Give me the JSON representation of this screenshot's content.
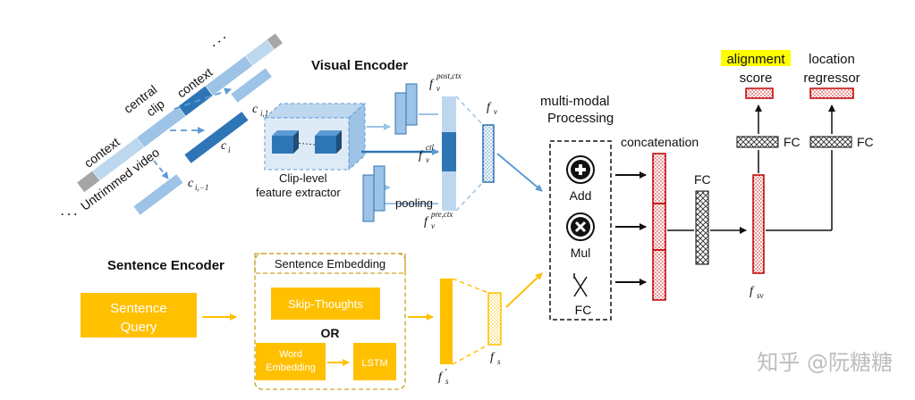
{
  "colors": {
    "light_blue": "#9dc3e6",
    "mid_blue": "#5b9bd5",
    "dark_blue": "#2e75b6",
    "gray": "#a6a6a6",
    "orange": "#ffc000",
    "red": "#c00000",
    "highlight": "#ffff00",
    "black": "#111111"
  },
  "visual_encoder": {
    "title": "Visual Encoder",
    "video_labels": {
      "untrimmed": "Untrimmed video",
      "context_left": "context",
      "central_clip_1": "central",
      "central_clip_2": "clip",
      "context_right": "context",
      "ellipsis_top": "· · ·",
      "ellipsis_bottom": "· · ·"
    },
    "clip_labels": {
      "c_i1": "c",
      "c_i1_sub": "i,1",
      "c_i": "c",
      "c_i_sub": "i",
      "c_im1": "c",
      "c_im1_sub": "i,−1"
    },
    "extractor_label_1": "Clip-level",
    "extractor_label_2": "feature extractor",
    "pooling": "pooling",
    "f_post": "f",
    "f_post_sub": "v",
    "f_post_sup": "post,ctx",
    "f_ctl": "f",
    "f_ctl_sub": "v",
    "f_ctl_sup": "ctl",
    "f_pre": "f",
    "f_pre_sub": "v",
    "f_pre_sup": "pre,ctx",
    "f_v": "f",
    "f_v_sub": "v"
  },
  "sentence_encoder": {
    "title": "Sentence Encoder",
    "query_line1": "Sentence",
    "query_line2": "Query",
    "embedding_title": "Sentence Embedding",
    "skip_thoughts": "Skip-Thoughts",
    "or": "OR",
    "word_embedding_1": "Word",
    "word_embedding_2": "Embedding",
    "lstm": "LSTM",
    "f_s_prime": "f",
    "f_s_prime_sub": "s",
    "f_s_prime_mark": "′",
    "f_s": "f",
    "f_s_sub": "s"
  },
  "multimodal": {
    "title_1": "multi-modal",
    "title_2": "Processing",
    "add": "Add",
    "mul": "Mul",
    "fc": "FC",
    "concatenation": "concatenation",
    "fc_mid": "FC",
    "f_sv": "f",
    "f_sv_sub": "sv"
  },
  "heads": {
    "alignment": "alignment",
    "score": "score",
    "location_1": "location",
    "location_2": "regressor",
    "fc_left": "FC",
    "fc_right": "FC"
  },
  "watermark": "知乎 @阮糖糖"
}
